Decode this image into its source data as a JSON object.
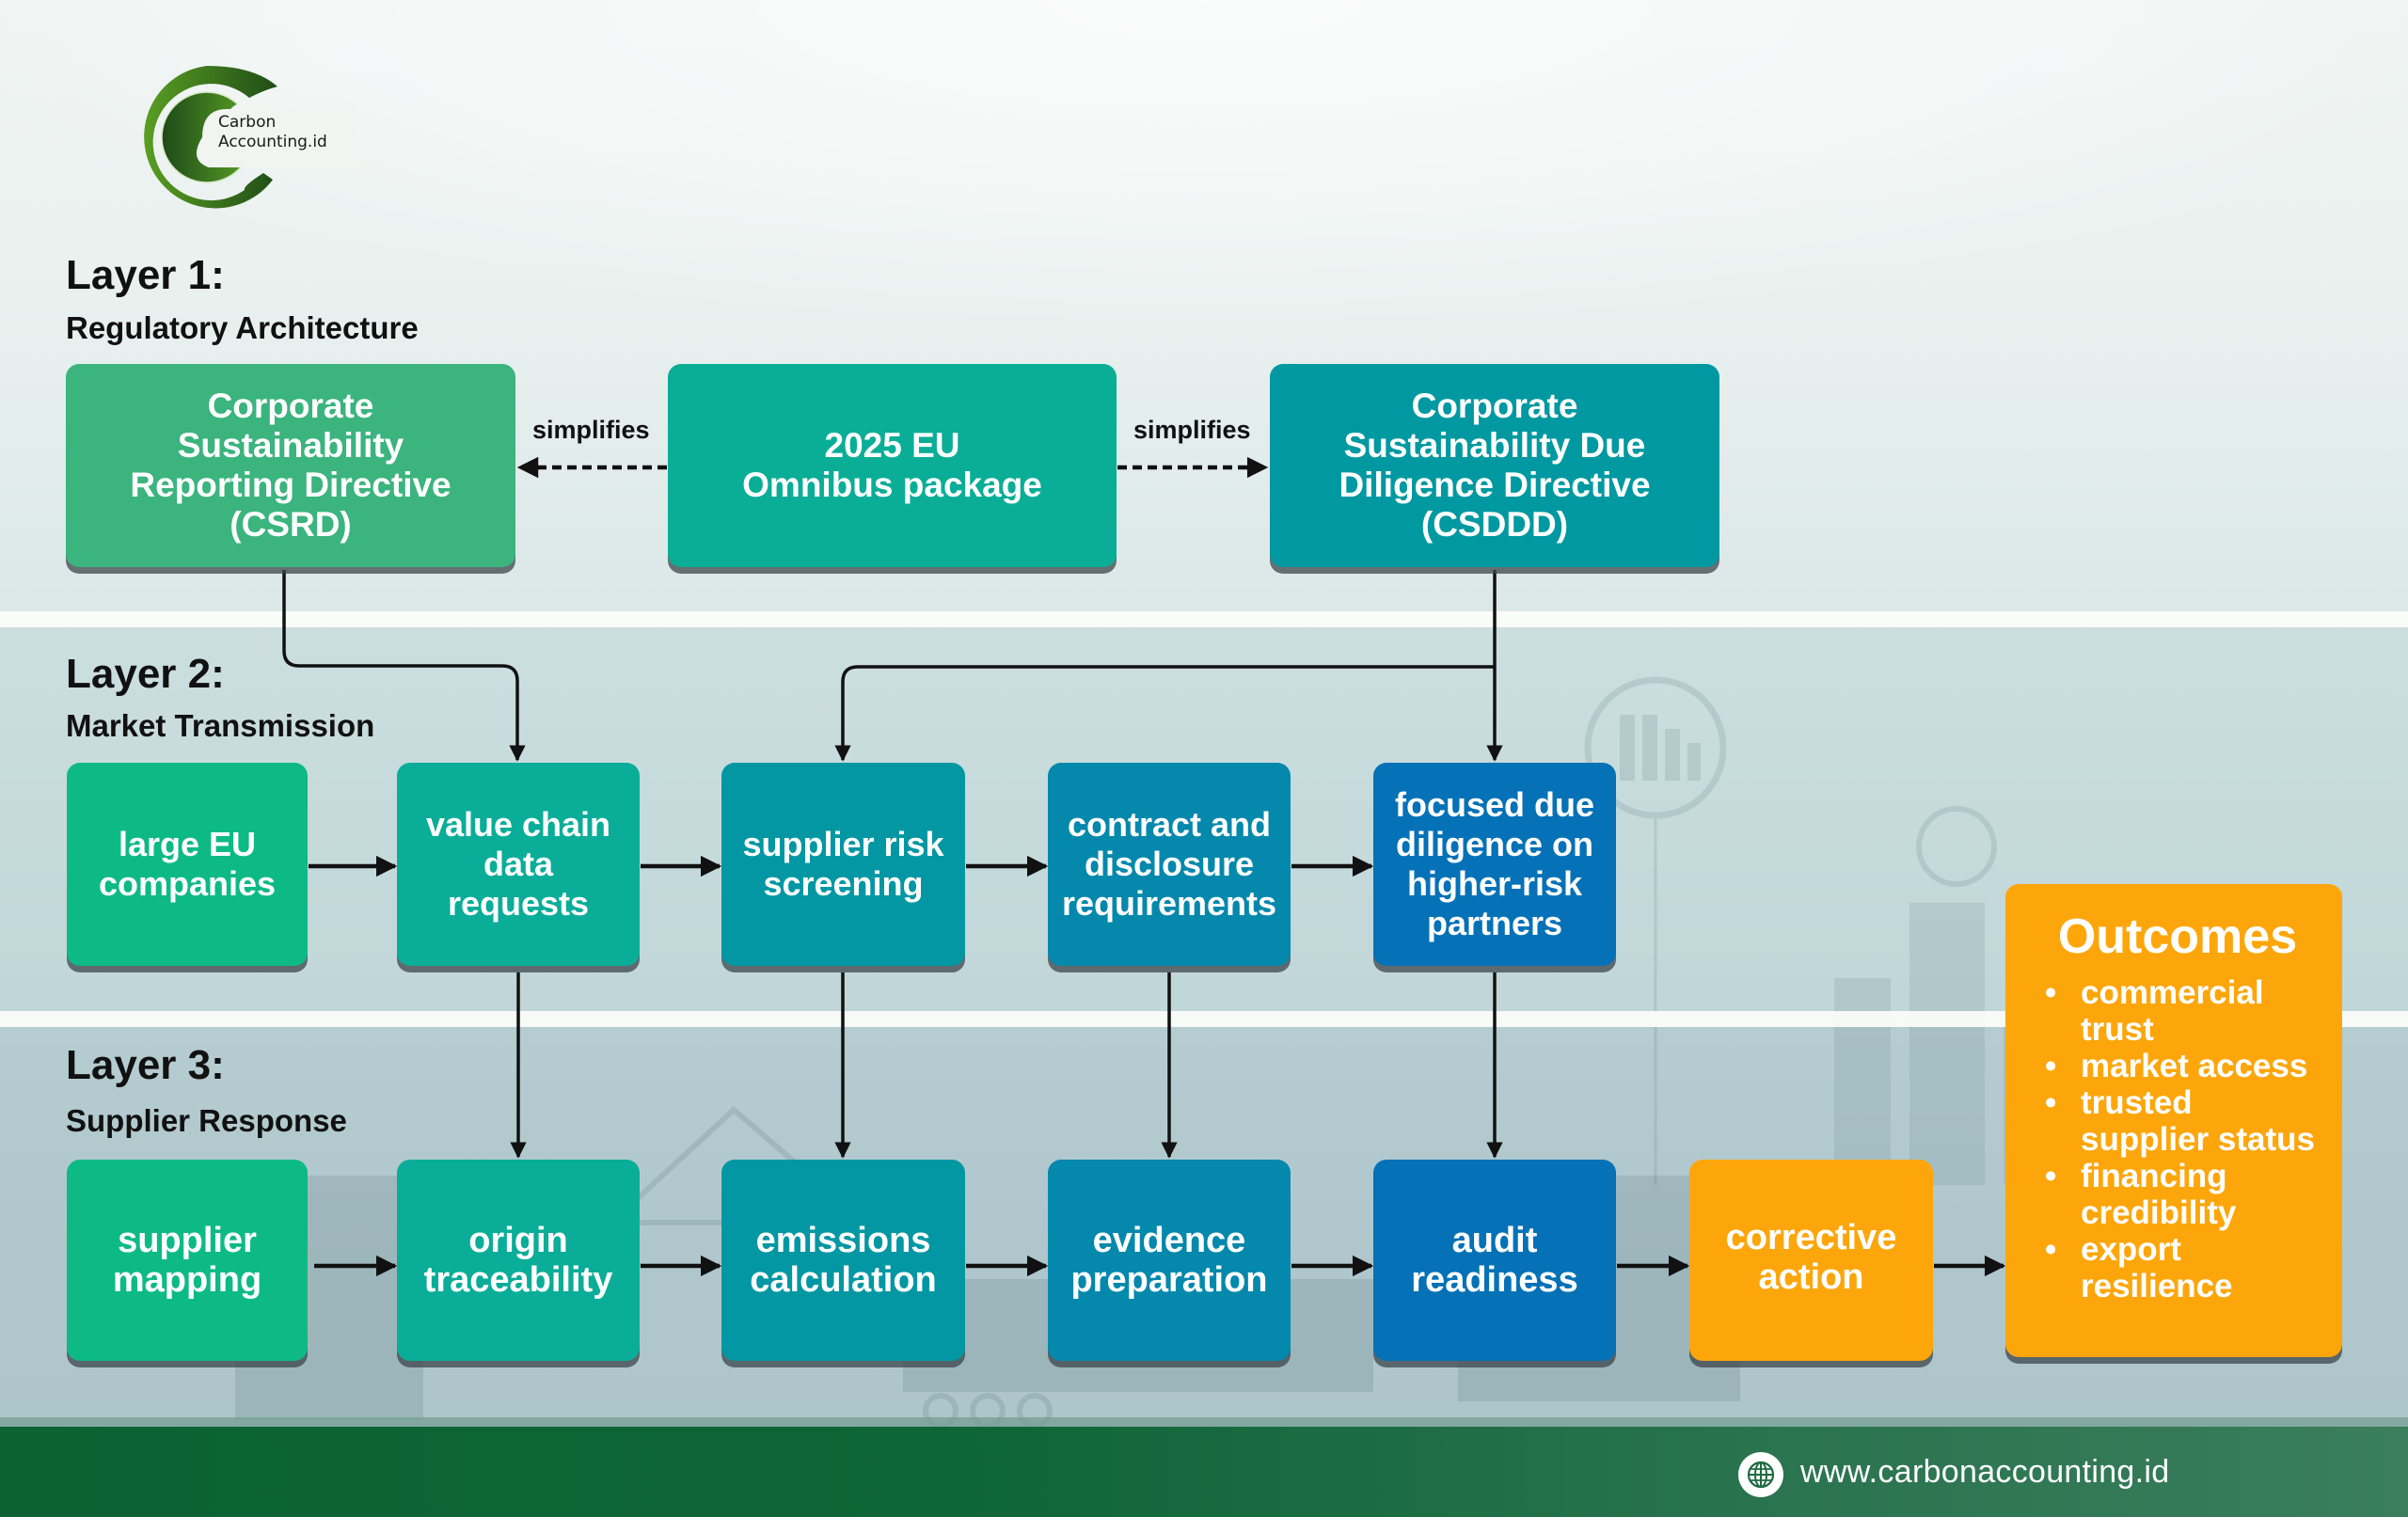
{
  "brand": {
    "logo_line1": "Carbon",
    "logo_line2": "Accounting.id",
    "website": "www.carbonaccounting.id",
    "colors": {
      "logo_green": "#3f8a1f",
      "footer_green": "#0e6537"
    }
  },
  "layers": [
    {
      "heading": "Layer 1:",
      "subheading": "Regulatory Architecture"
    },
    {
      "heading": "Layer 2:",
      "subheading": "Market Transmission"
    },
    {
      "heading": "Layer 3:",
      "subheading": "Supplier Response"
    }
  ],
  "layer1": {
    "csrd": "Corporate\nSustainability\nReporting Directive\n(CSRD)",
    "omnibus": "2025 EU\nOmnibus package",
    "csddd": "Corporate\nSustainability Due\nDiligence Directive\n(CSDDD)",
    "edge_left_label": "simplifies",
    "edge_right_label": "simplifies"
  },
  "layer2": [
    "large EU\ncompanies",
    "value chain\ndata requests",
    "supplier risk\nscreening",
    "contract and\ndisclosure\nrequirements",
    "focused due\ndiligence on\nhigher-risk\npartners"
  ],
  "layer3": [
    "supplier\nmapping",
    "origin\ntraceability",
    "emissions\ncalculation",
    "evidence\npreparation",
    "audit\nreadiness",
    "corrective\naction"
  ],
  "outcomes": {
    "title": "Outcomes",
    "items": [
      "commercial trust",
      "market access",
      "trusted supplier status",
      "financing credibility",
      "export resilience"
    ],
    "bullet": "•"
  },
  "colors": {
    "csrd": "#3bb47e",
    "omnibus": "#0aae97",
    "csddd": "#0199a1",
    "green": "#0dba85",
    "teal": "#0aad98",
    "teal_dark": "#0297a3",
    "cyan_blue": "#0488ac",
    "blue": "#0571b7",
    "orange": "#fda60b"
  }
}
